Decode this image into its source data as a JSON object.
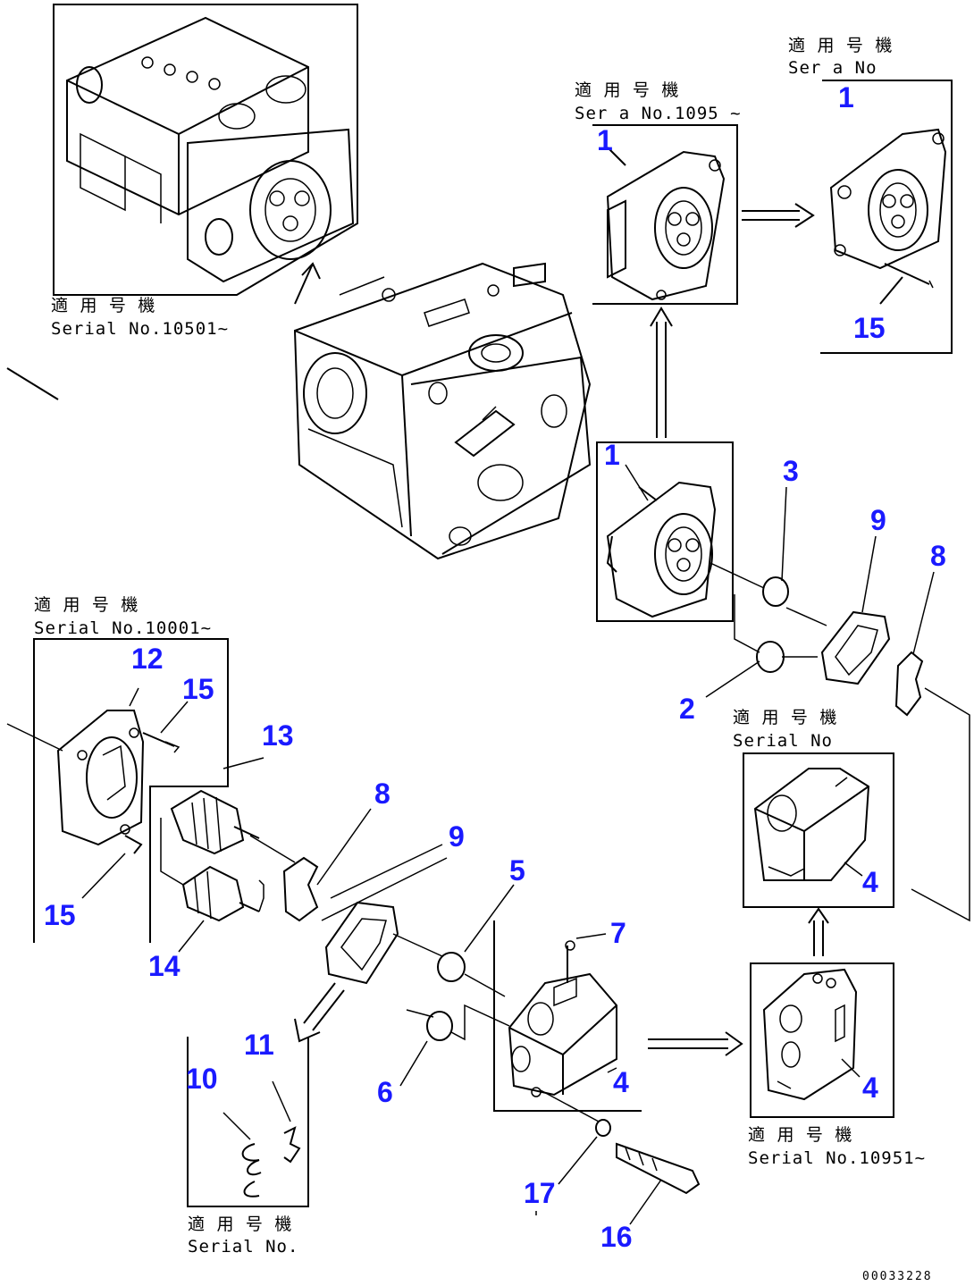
{
  "diagram": {
    "drawing_code": "00033228",
    "colors": {
      "callout": "#1a1aff",
      "linework": "#000000",
      "background": "#ffffff"
    },
    "serial_notes": [
      {
        "id": "top-left",
        "line1": "適 用 号 機",
        "line2": "Serial  No.10501~"
      },
      {
        "id": "top-center",
        "line1": "適 用 号 機",
        "line2": "Ser a  No.1095 ~"
      },
      {
        "id": "top-right",
        "line1": "適 用 号 機",
        "line2": "Ser a  No"
      },
      {
        "id": "left",
        "line1": "適 用 号 機",
        "line2": "Serial No.10001~"
      },
      {
        "id": "right-middle",
        "line1": "適 用 号 機",
        "line2": "Serial No"
      },
      {
        "id": "bottom-right",
        "line1": "適 用 号 機",
        "line2": "Serial No.10951~"
      },
      {
        "id": "bottom-left",
        "line1": "適 用 号 機",
        "line2": "Serial No."
      }
    ],
    "callouts": [
      {
        "id": "c1a",
        "label": "1"
      },
      {
        "id": "c1b",
        "label": "1"
      },
      {
        "id": "c1c",
        "label": "1"
      },
      {
        "id": "c15a",
        "label": "15"
      },
      {
        "id": "c3",
        "label": "3"
      },
      {
        "id": "c9a",
        "label": "9"
      },
      {
        "id": "c8a",
        "label": "8"
      },
      {
        "id": "c2",
        "label": "2"
      },
      {
        "id": "c12",
        "label": "12"
      },
      {
        "id": "c15b",
        "label": "15"
      },
      {
        "id": "c13",
        "label": "13"
      },
      {
        "id": "c8b",
        "label": "8"
      },
      {
        "id": "c9b",
        "label": "9"
      },
      {
        "id": "c5",
        "label": "5"
      },
      {
        "id": "c15c",
        "label": "15"
      },
      {
        "id": "c14",
        "label": "14"
      },
      {
        "id": "c7",
        "label": "7"
      },
      {
        "id": "c4a",
        "label": "4"
      },
      {
        "id": "c4b",
        "label": "4"
      },
      {
        "id": "c4c",
        "label": "4"
      },
      {
        "id": "c11",
        "label": "11"
      },
      {
        "id": "c10",
        "label": "10"
      },
      {
        "id": "c6",
        "label": "6"
      },
      {
        "id": "c17",
        "label": "17"
      },
      {
        "id": "c16",
        "label": "16"
      }
    ]
  }
}
